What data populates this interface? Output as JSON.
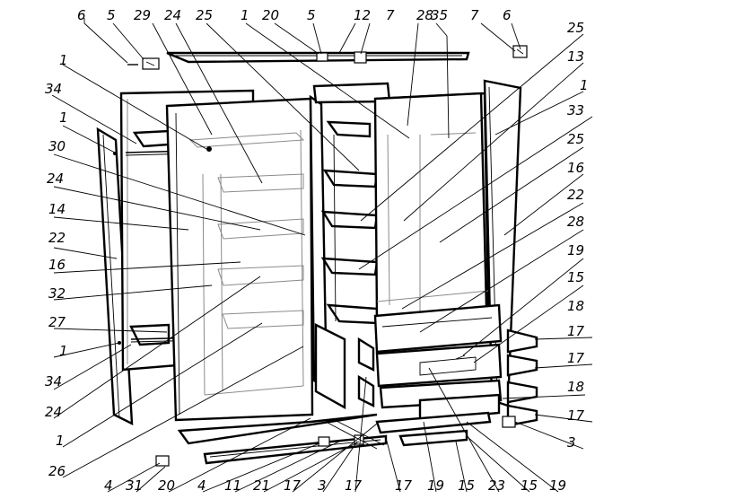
{
  "diagram": {
    "callouts": [
      {
        "id": "c01",
        "text": "6"
      },
      {
        "id": "c02",
        "text": "5"
      },
      {
        "id": "c03",
        "text": "29"
      },
      {
        "id": "c04",
        "text": "24"
      },
      {
        "id": "c05",
        "text": "25"
      },
      {
        "id": "c06",
        "text": "1"
      },
      {
        "id": "c07",
        "text": "20"
      },
      {
        "id": "c08",
        "text": "5"
      },
      {
        "id": "c09",
        "text": "12"
      },
      {
        "id": "c10",
        "text": "7"
      },
      {
        "id": "c11",
        "text": "28"
      },
      {
        "id": "c12",
        "text": "35"
      },
      {
        "id": "c13",
        "text": "7"
      },
      {
        "id": "c14",
        "text": "6"
      },
      {
        "id": "c15",
        "text": "1"
      },
      {
        "id": "c16",
        "text": "34"
      },
      {
        "id": "c17",
        "text": "1"
      },
      {
        "id": "c18",
        "text": "30"
      },
      {
        "id": "c19",
        "text": "24"
      },
      {
        "id": "c20",
        "text": "14"
      },
      {
        "id": "c21",
        "text": "22"
      },
      {
        "id": "c22",
        "text": "16"
      },
      {
        "id": "c23",
        "text": "32"
      },
      {
        "id": "c24",
        "text": "27"
      },
      {
        "id": "c25",
        "text": "1"
      },
      {
        "id": "c26",
        "text": "34"
      },
      {
        "id": "c27",
        "text": "24"
      },
      {
        "id": "c28",
        "text": "1"
      },
      {
        "id": "c29",
        "text": "26"
      },
      {
        "id": "c30",
        "text": "25"
      },
      {
        "id": "c31",
        "text": "13"
      },
      {
        "id": "c32",
        "text": "1"
      },
      {
        "id": "c33",
        "text": "33"
      },
      {
        "id": "c34",
        "text": "25"
      },
      {
        "id": "c35",
        "text": "16"
      },
      {
        "id": "c36",
        "text": "22"
      },
      {
        "id": "c37",
        "text": "28"
      },
      {
        "id": "c38",
        "text": "19"
      },
      {
        "id": "c39",
        "text": "15"
      },
      {
        "id": "c40",
        "text": "18"
      },
      {
        "id": "c41",
        "text": "17"
      },
      {
        "id": "c42",
        "text": "17"
      },
      {
        "id": "c43",
        "text": "18"
      },
      {
        "id": "c44",
        "text": "17"
      },
      {
        "id": "c45",
        "text": "3"
      },
      {
        "id": "c46",
        "text": "4"
      },
      {
        "id": "c47",
        "text": "31"
      },
      {
        "id": "c48",
        "text": "20"
      },
      {
        "id": "c49",
        "text": "4"
      },
      {
        "id": "c50",
        "text": "11"
      },
      {
        "id": "c51",
        "text": "21"
      },
      {
        "id": "c52",
        "text": "17"
      },
      {
        "id": "c53",
        "text": "3"
      },
      {
        "id": "c54",
        "text": "17"
      },
      {
        "id": "c55",
        "text": "17"
      },
      {
        "id": "c56",
        "text": "19"
      },
      {
        "id": "c57",
        "text": "15"
      },
      {
        "id": "c58",
        "text": "23"
      },
      {
        "id": "c59",
        "text": "15"
      },
      {
        "id": "c60",
        "text": "19"
      }
    ]
  }
}
